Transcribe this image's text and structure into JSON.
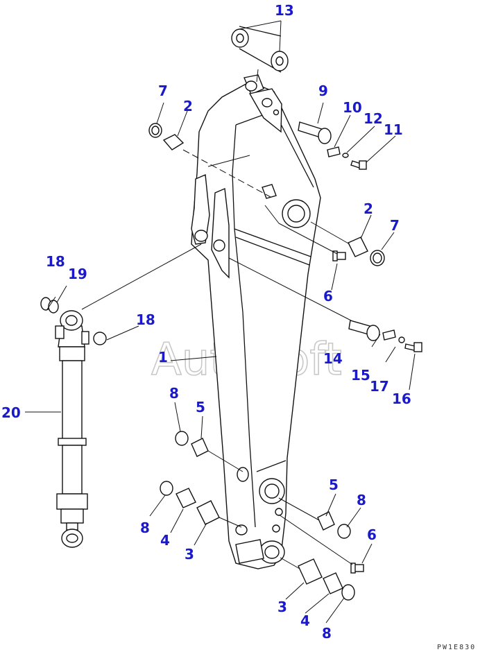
{
  "watermark": "AutoSoft",
  "drawing_code": "PW1E830",
  "callouts": [
    {
      "id": "c1",
      "label": "1"
    },
    {
      "id": "c2a",
      "label": "2"
    },
    {
      "id": "c2b",
      "label": "2"
    },
    {
      "id": "c3a",
      "label": "3"
    },
    {
      "id": "c3b",
      "label": "3"
    },
    {
      "id": "c4a",
      "label": "4"
    },
    {
      "id": "c4b",
      "label": "4"
    },
    {
      "id": "c5a",
      "label": "5"
    },
    {
      "id": "c5b",
      "label": "5"
    },
    {
      "id": "c6a",
      "label": "6"
    },
    {
      "id": "c6b",
      "label": "6"
    },
    {
      "id": "c7a",
      "label": "7"
    },
    {
      "id": "c7b",
      "label": "7"
    },
    {
      "id": "c8a",
      "label": "8"
    },
    {
      "id": "c8b",
      "label": "8"
    },
    {
      "id": "c8c",
      "label": "8"
    },
    {
      "id": "c8d",
      "label": "8"
    },
    {
      "id": "c9",
      "label": "9"
    },
    {
      "id": "c10",
      "label": "10"
    },
    {
      "id": "c11",
      "label": "11"
    },
    {
      "id": "c12",
      "label": "12"
    },
    {
      "id": "c13",
      "label": "13"
    },
    {
      "id": "c14",
      "label": "14"
    },
    {
      "id": "c15",
      "label": "15"
    },
    {
      "id": "c16",
      "label": "16"
    },
    {
      "id": "c17",
      "label": "17"
    },
    {
      "id": "c18a",
      "label": "18"
    },
    {
      "id": "c18b",
      "label": "18"
    },
    {
      "id": "c19",
      "label": "19"
    },
    {
      "id": "c20",
      "label": "20"
    }
  ]
}
